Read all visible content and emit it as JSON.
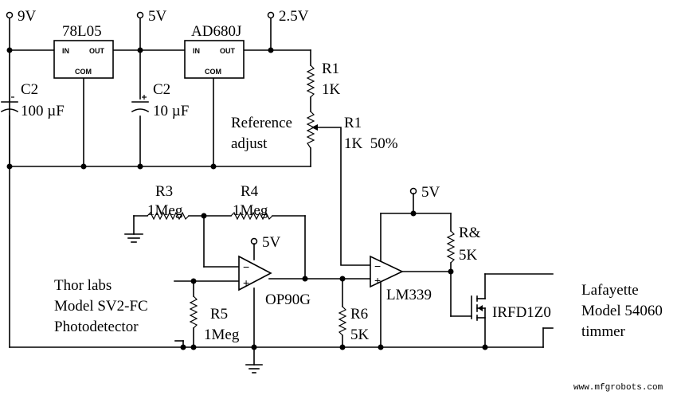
{
  "rails": {
    "v9": "9V",
    "v5": "5V",
    "v25": "2.5V",
    "v5_amp": "5V",
    "v5_cmp": "5V"
  },
  "chips": {
    "reg1": {
      "name": "78L05",
      "in": "IN",
      "out": "OUT",
      "com": "COM"
    },
    "reg2": {
      "name": "AD680J",
      "in": "IN",
      "out": "OUT",
      "com": "COM"
    }
  },
  "caps": {
    "c_in": {
      "name": "C2",
      "value": "100 µF"
    },
    "c_out": {
      "name": "C2",
      "value": "10 µF"
    }
  },
  "resistors": {
    "r1": {
      "name": "R1",
      "value": "1K"
    },
    "pot": {
      "name": "R1",
      "value": "1K  50%",
      "caption_line1": "Reference",
      "caption_line2": "adjust"
    },
    "r3": {
      "name": "R3",
      "value": "1Meg"
    },
    "r4": {
      "name": "R4",
      "value": "1Meg"
    },
    "r5": {
      "name": "R5",
      "value": "1Meg"
    },
    "r6": {
      "name": "R6",
      "value": "5K"
    },
    "r7": {
      "name": "R&",
      "value": "5K"
    }
  },
  "opamps": {
    "amp": "OP90G",
    "comparator": "LM339"
  },
  "mosfet": "IRFD1Z0",
  "photodetector": {
    "line1": "Thor labs",
    "line2": "Model SV2-FC",
    "line3": "Photodetector"
  },
  "timer": {
    "line1": "Lafayette",
    "line2": "Model 54060",
    "line3": "timmer"
  },
  "watermark": "www.mfgrobots.com"
}
